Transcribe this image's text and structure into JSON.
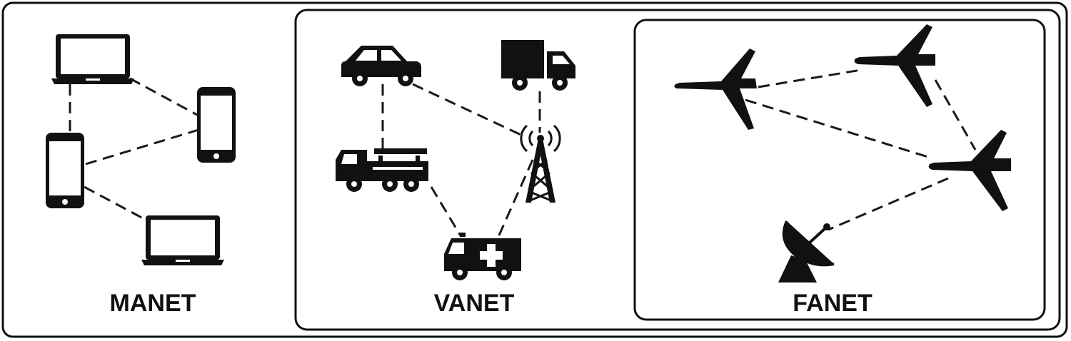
{
  "labels": {
    "manet": "MANET",
    "vanet": "VANET",
    "fanet": "FANET"
  },
  "icons": [
    "laptop-icon",
    "smartphone-icon",
    "car-icon",
    "truck-icon",
    "fire-truck-icon",
    "cell-tower-icon",
    "ambulance-icon",
    "airplane-icon",
    "satellite-dish-icon"
  ],
  "colors": {
    "ink": "#111111",
    "background": "#ffffff"
  }
}
